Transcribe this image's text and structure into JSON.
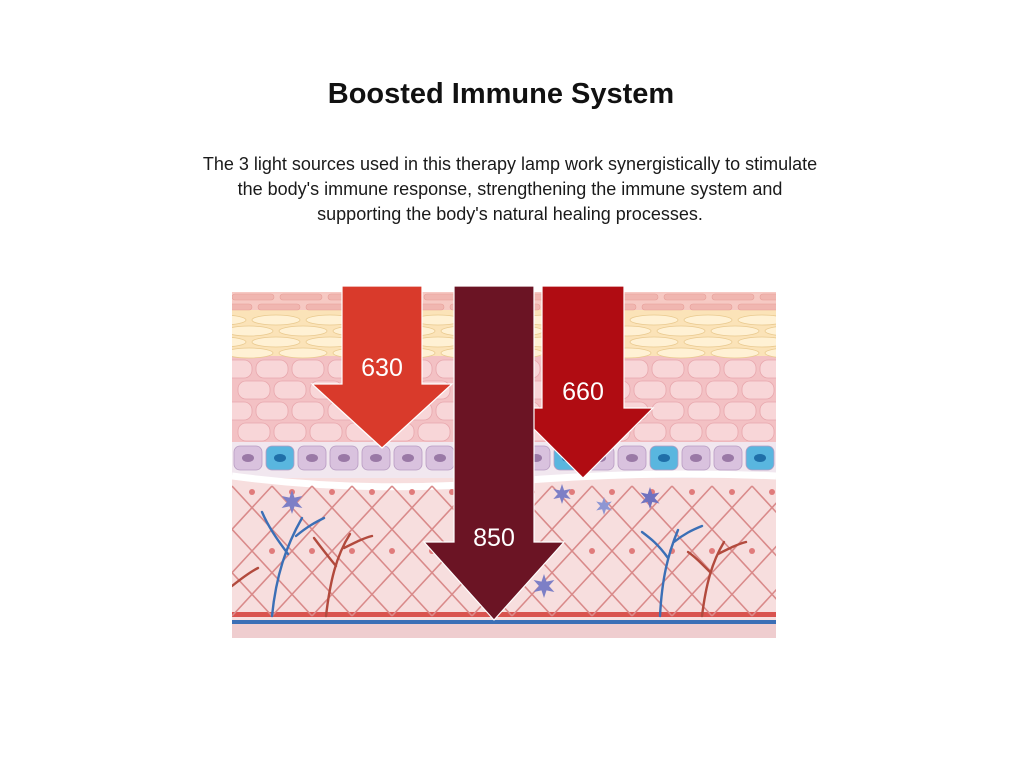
{
  "title": "Boosted Immune System",
  "description": "The 3 light sources used in this therapy lamp work synergistically to stimulate the body's immune response, strengthening the immune system and supporting the body's natural healing processes.",
  "diagram": {
    "arrows": [
      {
        "label": "630",
        "color": "#d93a2b"
      },
      {
        "label": "850",
        "color": "#6b1424"
      },
      {
        "label": "660",
        "color": "#b00c12"
      }
    ]
  }
}
